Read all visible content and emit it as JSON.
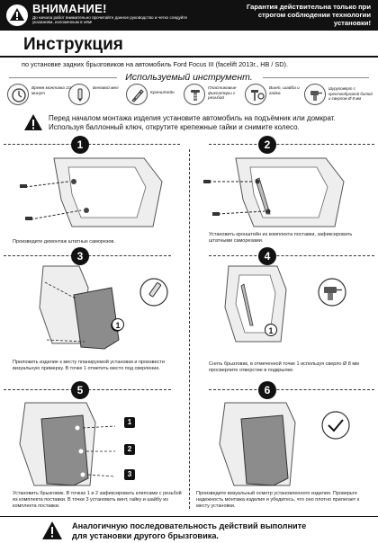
{
  "header": {
    "warning_title": "ВНИМАНИЕ!",
    "warning_text": "До начала работ внимательно прочитайте данное руководство и четко следуйте указаниям, изложенным в нём!",
    "guarantee_text": "Гарантия действительна только при строгом соблюдении технологии установки!"
  },
  "title": "Инструкция",
  "subtitle": "по установке задних брызговиков на автомобиль Ford Focus III (facelift 2013г., HB / SD).",
  "tools": {
    "heading": "Используемый инструмент.",
    "items": [
      {
        "icon": "clock-icon",
        "label": "Время монтажа 10 минут"
      },
      {
        "icon": "marker-icon",
        "label": "Беловой мел"
      },
      {
        "icon": "bracket-icon",
        "label": "Кронштейн"
      },
      {
        "icon": "clip-icon",
        "label": "Пластиковые фиксаторы с резьбой"
      },
      {
        "icon": "screw-icon",
        "label": "Винт, шайба и гайка"
      },
      {
        "icon": "drill-icon",
        "label": "Шуруповёрт с крестообразной битой и сверлом Ø 8 мм"
      }
    ]
  },
  "notice": {
    "line1": "Перед началом монтажа изделия установите автомобиль на подъёмник или домкрат.",
    "line2": "Используя баллонный ключ, открутите крепежные гайки и снимите колесо."
  },
  "steps": [
    {
      "number": "1",
      "caption": "Произведите демонтаж штатных саморезов."
    },
    {
      "number": "2",
      "caption": "Установить кронштейн из комплекта поставки, зафиксировать штатными саморезами."
    },
    {
      "number": "3",
      "caption": "Приложить изделие к месту планируемой установки и произвести визуальную примерку. В точке 1 отметить место под сверление."
    },
    {
      "number": "4",
      "caption": "Снять брызговик, в отмеченной точке 1 используя сверло Ø 8 мм просверлите отверстие в подкрылке."
    },
    {
      "number": "5",
      "caption": "Установить брызговик. В точках 1 и 2 зафиксировать клипсами с резьбой из комплекта поставки. В точке 3 установить винт, гайку и шайбу из комплекта поставки."
    },
    {
      "number": "6",
      "caption": "Произведите визуальный осмотр установленного изделия. Проверьте надежность монтажа изделия и убедитесь, что оно плотно прилегает к месту установки."
    }
  ],
  "point_labels": [
    "1",
    "1",
    "1",
    "2",
    "3"
  ],
  "footer": {
    "line1": "Аналогичную последовательность действий выполните",
    "line2": "для установки другого брызговика."
  }
}
